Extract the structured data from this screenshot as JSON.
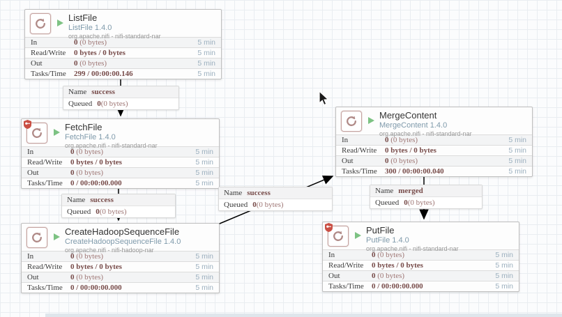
{
  "canvas": {
    "grid": true
  },
  "colors": {
    "value_maroon": "#774b49",
    "value_light_maroon": "#9e7674",
    "time_blue": "#9cb0bf",
    "type_blue": "#7f9aab",
    "run_green": "#7dc283",
    "icon_rose": "#b08a87",
    "restricted_red": "#ca4f44"
  },
  "icons": {
    "processor": "loop-stamp-icon",
    "run_status": "play-triangle-icon",
    "restricted": "shield-key-icon"
  },
  "processors": [
    {
      "title": "ListFile",
      "type": "ListFile 1.4.0",
      "bundle": "org.apache.nifi - nifi-standard-nar",
      "restricted": false,
      "stats": [
        {
          "label": "In",
          "bold": "0",
          "light": " (0 bytes)",
          "time": "5 min"
        },
        {
          "label": "Read/Write",
          "bold": "0 bytes / 0 bytes",
          "light": "",
          "time": "5 min"
        },
        {
          "label": "Out",
          "bold": "0",
          "light": " (0 bytes)",
          "time": "5 min"
        },
        {
          "label": "Tasks/Time",
          "bold": "299 / 00:00:00.146",
          "light": "",
          "time": "5 min"
        }
      ]
    },
    {
      "title": "FetchFile",
      "type": "FetchFile 1.4.0",
      "bundle": "org.apache.nifi - nifi-standard-nar",
      "restricted": true,
      "stats": [
        {
          "label": "In",
          "bold": "0",
          "light": " (0 bytes)",
          "time": "5 min"
        },
        {
          "label": "Read/Write",
          "bold": "0 bytes / 0 bytes",
          "light": "",
          "time": "5 min"
        },
        {
          "label": "Out",
          "bold": "0",
          "light": " (0 bytes)",
          "time": "5 min"
        },
        {
          "label": "Tasks/Time",
          "bold": "0 / 00:00:00.000",
          "light": "",
          "time": "5 min"
        }
      ]
    },
    {
      "title": "CreateHadoopSequenceFile",
      "type": "CreateHadoopSequenceFile 1.4.0",
      "bundle": "org.apache.nifi - nifi-hadoop-nar",
      "restricted": false,
      "stats": [
        {
          "label": "In",
          "bold": "0",
          "light": " (0 bytes)",
          "time": "5 min"
        },
        {
          "label": "Read/Write",
          "bold": "0 bytes / 0 bytes",
          "light": "",
          "time": "5 min"
        },
        {
          "label": "Out",
          "bold": "0",
          "light": " (0 bytes)",
          "time": "5 min"
        },
        {
          "label": "Tasks/Time",
          "bold": "0 / 00:00:00.000",
          "light": "",
          "time": "5 min"
        }
      ]
    },
    {
      "title": "MergeContent",
      "type": "MergeContent 1.4.0",
      "bundle": "org.apache.nifi - nifi-standard-nar",
      "restricted": false,
      "stats": [
        {
          "label": "In",
          "bold": "0",
          "light": " (0 bytes)",
          "time": "5 min"
        },
        {
          "label": "Read/Write",
          "bold": "0 bytes / 0 bytes",
          "light": "",
          "time": "5 min"
        },
        {
          "label": "Out",
          "bold": "0",
          "light": " (0 bytes)",
          "time": "5 min"
        },
        {
          "label": "Tasks/Time",
          "bold": "300 / 00:00:00.040",
          "light": "",
          "time": "5 min"
        }
      ]
    },
    {
      "title": "PutFile",
      "type": "PutFile 1.4.0",
      "bundle": "org.apache.nifi - nifi-standard-nar",
      "restricted": true,
      "stats": [
        {
          "label": "In",
          "bold": "0",
          "light": " (0 bytes)",
          "time": "5 min"
        },
        {
          "label": "Read/Write",
          "bold": "0 bytes / 0 bytes",
          "light": "",
          "time": "5 min"
        },
        {
          "label": "Out",
          "bold": "0",
          "light": " (0 bytes)",
          "time": "5 min"
        },
        {
          "label": "Tasks/Time",
          "bold": "0 / 00:00:00.000",
          "light": "",
          "time": "5 min"
        }
      ]
    }
  ],
  "connections": [
    {
      "name_label": "Name",
      "name": "success",
      "queued_label": "Queued",
      "queued_bold": "0",
      "queued_light": " (0 bytes)"
    },
    {
      "name_label": "Name",
      "name": "success",
      "queued_label": "Queued",
      "queued_bold": "0",
      "queued_light": " (0 bytes)"
    },
    {
      "name_label": "Name",
      "name": "success",
      "queued_label": "Queued",
      "queued_bold": "0",
      "queued_light": " (0 bytes)"
    },
    {
      "name_label": "Name",
      "name": "merged",
      "queued_label": "Queued",
      "queued_bold": "0",
      "queued_light": " (0 bytes)"
    }
  ]
}
